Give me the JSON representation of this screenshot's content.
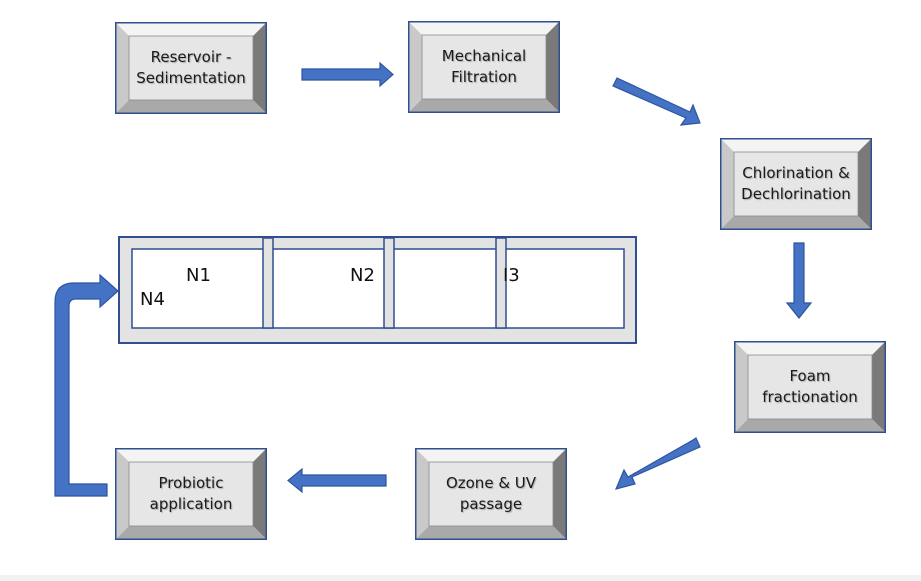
{
  "colors": {
    "box_face": "#e6e6e6",
    "box_border": "#2f4f8f",
    "bevel_light": "#f4f4f4",
    "bevel_mid": "#c9c9c9",
    "bevel_dark": "#7a7a7a",
    "arrow": "#4472c4",
    "arrow_edge": "#2e55a0",
    "tank_fill": "#e3e3e3",
    "tank_inner": "#ffffff"
  },
  "process": {
    "reservoir": "Reservoir -\nSedimentation",
    "mechanical": "Mechanical\nFiltration",
    "chlorination": "Chlorination &\nDechlorination",
    "foam": "Foam\nfractionation",
    "ozone": "Ozone & UV\npassage",
    "probiotic": "Probiotic\napplication"
  },
  "tanks": {
    "n1": "N1",
    "n2": "N2",
    "n3": "I3",
    "n4": "N4"
  }
}
